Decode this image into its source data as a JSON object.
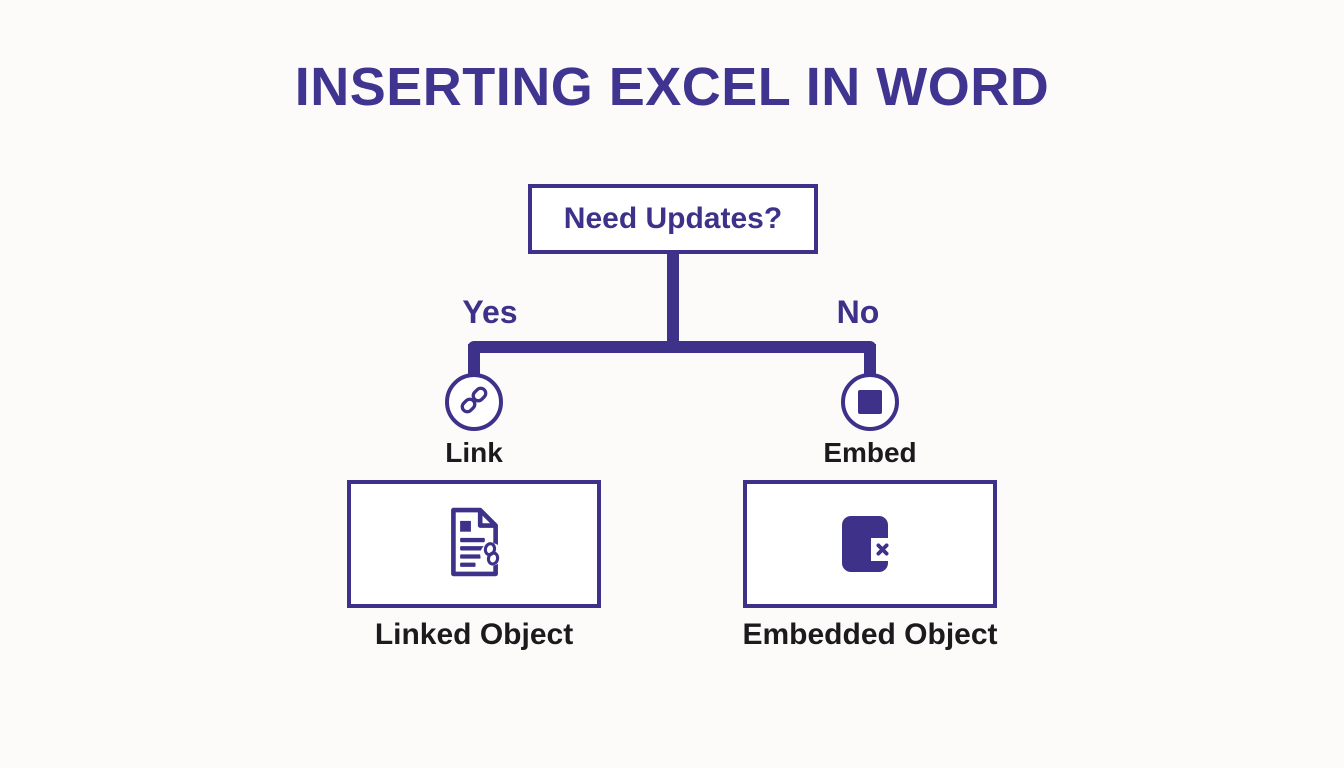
{
  "title": "INSERTING EXCEL IN WORD",
  "colors": {
    "accent_purple": "#3d3189",
    "title_purple": "#3f3590",
    "label_black": "#1d1a1d",
    "background": "#fcfbfa",
    "box_fill": "#ffffff"
  },
  "decision": {
    "label": "Need Updates?"
  },
  "branches": [
    {
      "answer": "Yes",
      "method_label": "Link",
      "method_icon": "chain-link-icon",
      "result_label": "Linked Object",
      "result_icon": "linked-document-icon"
    },
    {
      "answer": "No",
      "method_label": "Embed",
      "method_icon": "embed-square-icon",
      "result_label": "Embedded Object",
      "result_icon": "embedded-document-icon"
    }
  ]
}
